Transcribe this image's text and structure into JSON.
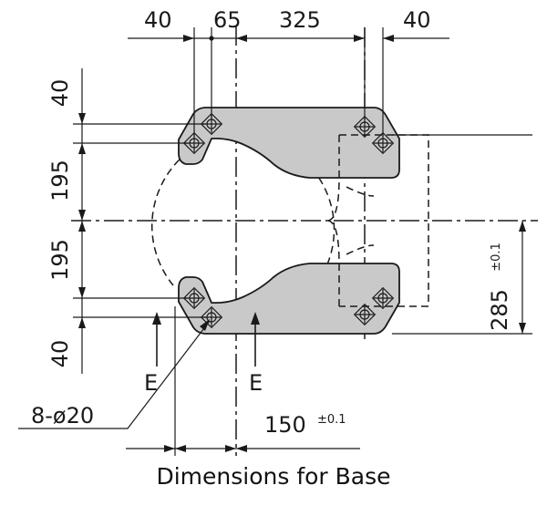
{
  "caption": "Dimensions for Base",
  "dimensions": {
    "top_left": "40",
    "top_mid": "65",
    "top_span": "325",
    "top_right": "40",
    "left_top": "40",
    "left_upper": "195",
    "left_lower": "195",
    "left_bottom": "40",
    "right_height": "285",
    "right_height_tol": "±0.1",
    "bottom_span": "150",
    "bottom_span_tol": "±0.1",
    "hole_note": "8-ø20",
    "section_left": "E",
    "section_right": "E"
  },
  "colors": {
    "part_fill": "#c9c9c9",
    "line": "#1a1a1a",
    "background": "#ffffff"
  }
}
